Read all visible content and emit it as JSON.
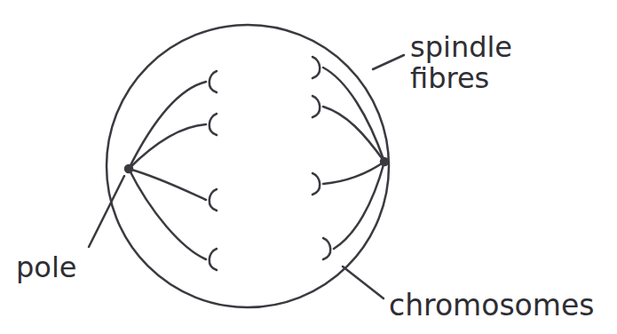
{
  "diagram": {
    "labels": [
      "pole",
      "spindle fibres",
      "chromosomes"
    ]
  }
}
